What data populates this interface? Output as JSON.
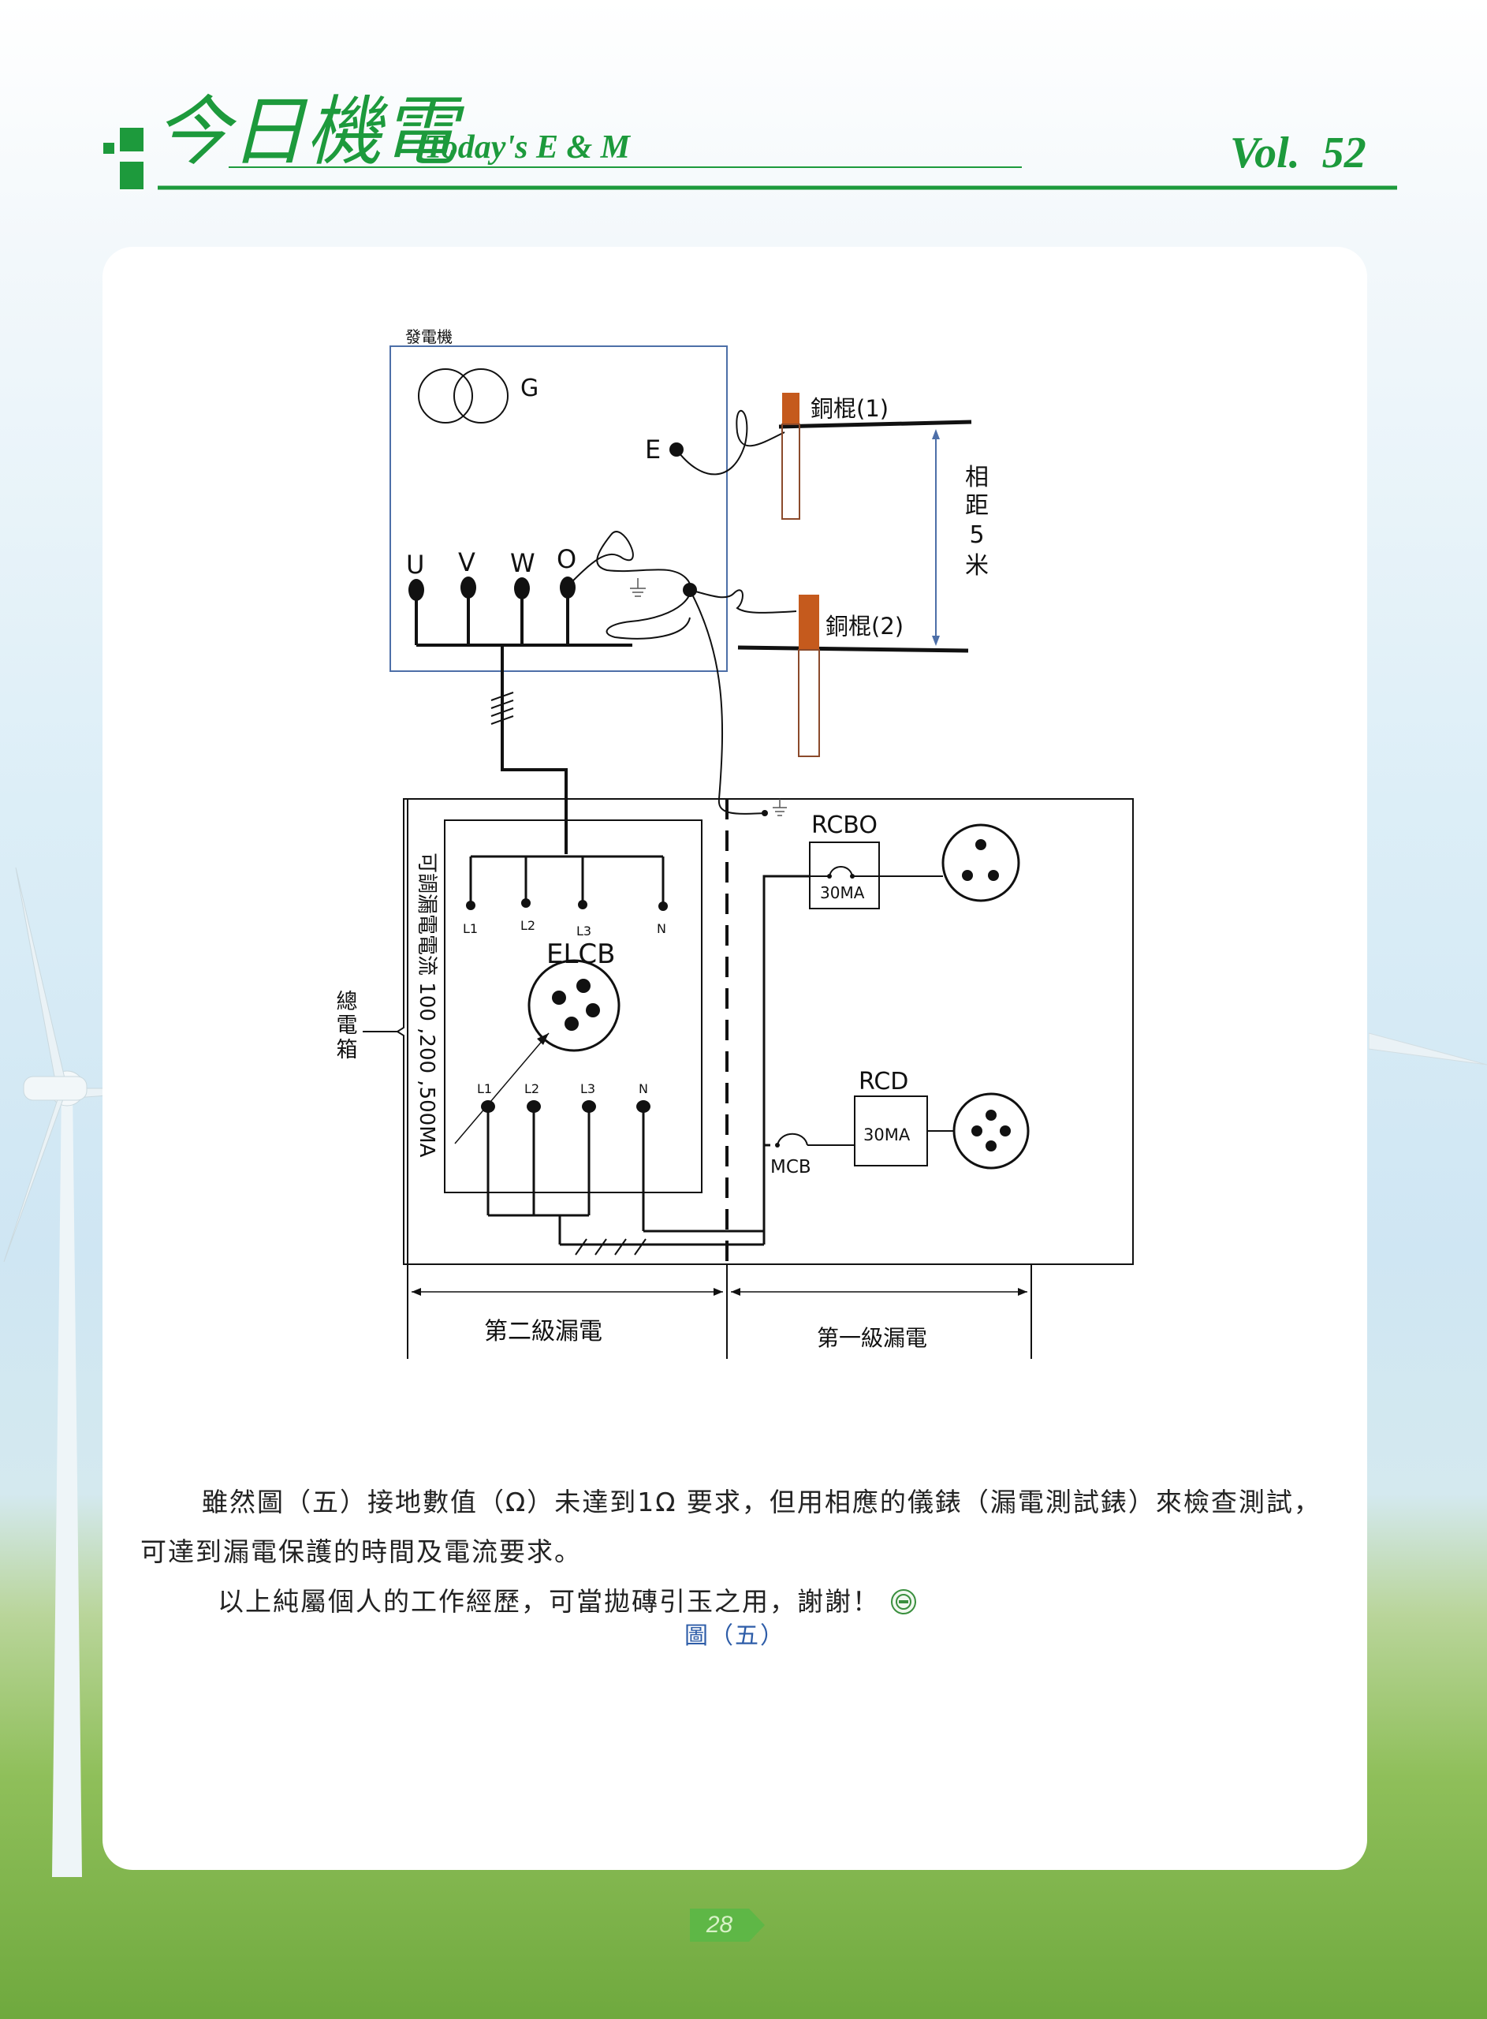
{
  "header": {
    "logo_title": "今日機電",
    "logo_subtitle": "Today's E & M",
    "volume": "Vol.  52"
  },
  "figure": {
    "generator_label": "發電機",
    "generator_symbol": "G",
    "terminal_e": "E",
    "terminals": [
      "U",
      "V",
      "W",
      "O"
    ],
    "rod1_label": "銅棍(1)",
    "rod2_label": "銅棍(2)",
    "distance_label": [
      "相",
      "距",
      "5",
      "米"
    ],
    "main_box_label": [
      "總",
      "電",
      "箱"
    ],
    "adjustable_label": "可調漏電電流 100 ,200 ,500MA",
    "elcb_label": "ELCB",
    "elcb_top_terminals": [
      "L1",
      "L2",
      "L3",
      "N"
    ],
    "elcb_bottom_terminals": [
      "L1",
      "L2",
      "L3",
      "N"
    ],
    "rcbo_label": "RCBO",
    "rcbo_rating": "30MA",
    "rcd_label": "RCD",
    "rcd_rating": "30MA",
    "mcb_label": "MCB",
    "second_level": "第二級漏電",
    "first_level": "第一級漏電"
  },
  "caption": "圖（五）",
  "paragraphs": {
    "p1_line1": "雖然圖（五）接地數值（Ω）未達到1Ω 要求，但用相應的儀錶（漏電測試錶）來檢查測試，",
    "p1_line2": "可達到漏電保護的時間及電流要求。",
    "p2": "以上純屬個人的工作經歷，可當拋磚引玉之用，謝謝！"
  },
  "page_number": "28",
  "colors": {
    "brand_green": "#1d9a3c",
    "diagram_blue": "#4d6fa8",
    "rod_orange": "#c55a1d",
    "rod_brown": "#8b4a2b",
    "caption_blue": "#2e5da8"
  }
}
